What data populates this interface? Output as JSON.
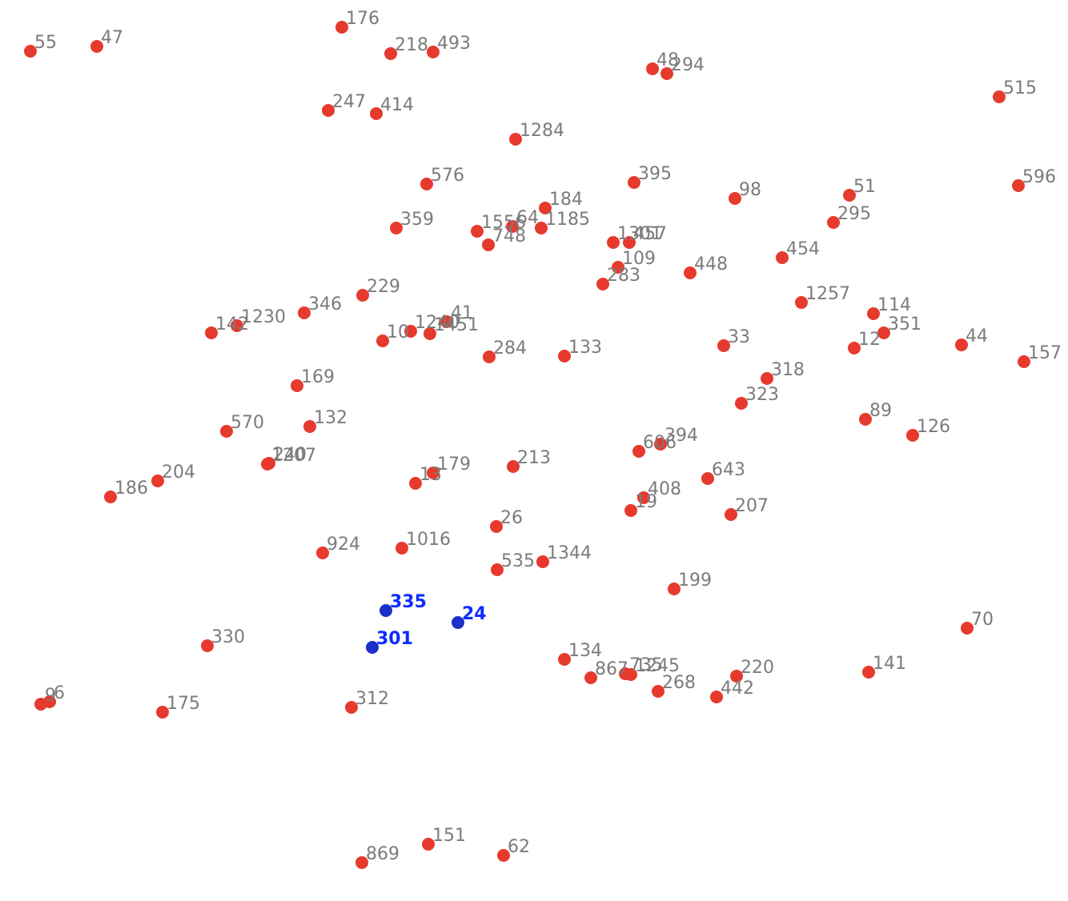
{
  "chart_data": {
    "type": "scatter",
    "title": "",
    "xlabel": "",
    "ylabel": "",
    "grid": false,
    "legend": "none",
    "xlim": [
      0,
      1334
    ],
    "ylim": [
      0,
      1126
    ],
    "colors": {
      "red_point": "#e63a2e",
      "red_label": "#7b7b7b",
      "blue_point": "#1a30c8",
      "blue_label": "#0d2cff",
      "background": "#ffffff"
    },
    "series": [
      {
        "color_key": "red",
        "points": [
          {
            "x": 38,
            "y": 64,
            "label": "55"
          },
          {
            "x": 121,
            "y": 58,
            "label": "47"
          },
          {
            "x": 427,
            "y": 34,
            "label": "176"
          },
          {
            "x": 488,
            "y": 67,
            "label": "218"
          },
          {
            "x": 541,
            "y": 65,
            "label": "493"
          },
          {
            "x": 815,
            "y": 86,
            "label": "48"
          },
          {
            "x": 833,
            "y": 92,
            "label": "294"
          },
          {
            "x": 1248,
            "y": 121,
            "label": "515"
          },
          {
            "x": 410,
            "y": 138,
            "label": "247"
          },
          {
            "x": 470,
            "y": 142,
            "label": "414"
          },
          {
            "x": 644,
            "y": 174,
            "label": "1284"
          },
          {
            "x": 533,
            "y": 230,
            "label": "576"
          },
          {
            "x": 792,
            "y": 228,
            "label": "395"
          },
          {
            "x": 918,
            "y": 248,
            "label": "98"
          },
          {
            "x": 1061,
            "y": 244,
            "label": "51"
          },
          {
            "x": 1272,
            "y": 232,
            "label": "596"
          },
          {
            "x": 681,
            "y": 260,
            "label": "184"
          },
          {
            "x": 495,
            "y": 285,
            "label": "359"
          },
          {
            "x": 596,
            "y": 289,
            "label": "1556"
          },
          {
            "x": 640,
            "y": 283,
            "label": "64"
          },
          {
            "x": 676,
            "y": 285,
            "label": "1185"
          },
          {
            "x": 1041,
            "y": 278,
            "label": "295"
          },
          {
            "x": 610,
            "y": 306,
            "label": "748"
          },
          {
            "x": 766,
            "y": 303,
            "label": "1301"
          },
          {
            "x": 786,
            "y": 303,
            "label": "457"
          },
          {
            "x": 977,
            "y": 322,
            "label": "454"
          },
          {
            "x": 772,
            "y": 334,
            "label": "109"
          },
          {
            "x": 862,
            "y": 341,
            "label": "448"
          },
          {
            "x": 753,
            "y": 355,
            "label": "283"
          },
          {
            "x": 453,
            "y": 369,
            "label": "229"
          },
          {
            "x": 1001,
            "y": 378,
            "label": "1257"
          },
          {
            "x": 380,
            "y": 391,
            "label": "346"
          },
          {
            "x": 1091,
            "y": 392,
            "label": "114"
          },
          {
            "x": 296,
            "y": 407,
            "label": "1230"
          },
          {
            "x": 264,
            "y": 416,
            "label": "142"
          },
          {
            "x": 558,
            "y": 402,
            "label": "41"
          },
          {
            "x": 513,
            "y": 414,
            "label": "1240"
          },
          {
            "x": 537,
            "y": 417,
            "label": "1451"
          },
          {
            "x": 478,
            "y": 426,
            "label": "10"
          },
          {
            "x": 1104,
            "y": 416,
            "label": "351"
          },
          {
            "x": 904,
            "y": 432,
            "label": "33"
          },
          {
            "x": 1067,
            "y": 435,
            "label": "12"
          },
          {
            "x": 1201,
            "y": 431,
            "label": "44"
          },
          {
            "x": 611,
            "y": 446,
            "label": "284"
          },
          {
            "x": 705,
            "y": 445,
            "label": "133"
          },
          {
            "x": 1279,
            "y": 452,
            "label": "157"
          },
          {
            "x": 958,
            "y": 473,
            "label": "318"
          },
          {
            "x": 371,
            "y": 482,
            "label": "169"
          },
          {
            "x": 926,
            "y": 504,
            "label": "323"
          },
          {
            "x": 1081,
            "y": 524,
            "label": "89"
          },
          {
            "x": 387,
            "y": 533,
            "label": "132"
          },
          {
            "x": 283,
            "y": 539,
            "label": "570"
          },
          {
            "x": 1140,
            "y": 544,
            "label": "126"
          },
          {
            "x": 825,
            "y": 555,
            "label": "394"
          },
          {
            "x": 798,
            "y": 564,
            "label": "606"
          },
          {
            "x": 334,
            "y": 580,
            "label": "1207"
          },
          {
            "x": 336,
            "y": 579,
            "label": "240"
          },
          {
            "x": 641,
            "y": 583,
            "label": "213"
          },
          {
            "x": 541,
            "y": 591,
            "label": "179"
          },
          {
            "x": 519,
            "y": 604,
            "label": "13"
          },
          {
            "x": 197,
            "y": 601,
            "label": "204"
          },
          {
            "x": 884,
            "y": 598,
            "label": "643"
          },
          {
            "x": 138,
            "y": 621,
            "label": "186"
          },
          {
            "x": 804,
            "y": 622,
            "label": "408"
          },
          {
            "x": 788,
            "y": 638,
            "label": "19"
          },
          {
            "x": 913,
            "y": 643,
            "label": "207"
          },
          {
            "x": 620,
            "y": 658,
            "label": "26"
          },
          {
            "x": 502,
            "y": 685,
            "label": "1016"
          },
          {
            "x": 403,
            "y": 691,
            "label": "924"
          },
          {
            "x": 678,
            "y": 702,
            "label": "1344"
          },
          {
            "x": 621,
            "y": 712,
            "label": "535"
          },
          {
            "x": 842,
            "y": 736,
            "label": "199"
          },
          {
            "x": 1208,
            "y": 785,
            "label": "70"
          },
          {
            "x": 259,
            "y": 807,
            "label": "330"
          },
          {
            "x": 705,
            "y": 824,
            "label": "134"
          },
          {
            "x": 1085,
            "y": 840,
            "label": "141"
          },
          {
            "x": 781,
            "y": 842,
            "label": "735"
          },
          {
            "x": 788,
            "y": 843,
            "label": "1245"
          },
          {
            "x": 738,
            "y": 847,
            "label": "867"
          },
          {
            "x": 920,
            "y": 845,
            "label": "220"
          },
          {
            "x": 822,
            "y": 864,
            "label": "268"
          },
          {
            "x": 895,
            "y": 871,
            "label": "442"
          },
          {
            "x": 62,
            "y": 877,
            "label": "6"
          },
          {
            "x": 51,
            "y": 880,
            "label": "9"
          },
          {
            "x": 439,
            "y": 884,
            "label": "312"
          },
          {
            "x": 203,
            "y": 890,
            "label": "175"
          },
          {
            "x": 535,
            "y": 1055,
            "label": "151"
          },
          {
            "x": 629,
            "y": 1069,
            "label": "62"
          },
          {
            "x": 452,
            "y": 1078,
            "label": "869"
          }
        ]
      },
      {
        "color_key": "blue",
        "points": [
          {
            "x": 482,
            "y": 763,
            "label": "335"
          },
          {
            "x": 572,
            "y": 778,
            "label": "24"
          },
          {
            "x": 465,
            "y": 809,
            "label": "301"
          }
        ]
      }
    ]
  }
}
